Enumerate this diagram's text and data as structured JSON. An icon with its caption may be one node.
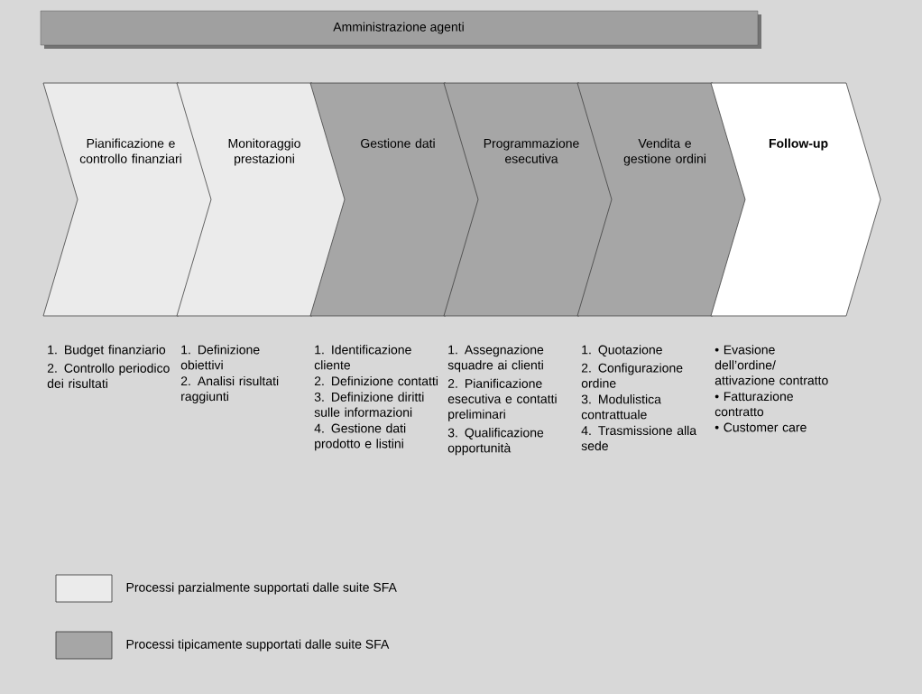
{
  "diagram": {
    "nodes": [
      {
        "text": [
          "Amministrazione agenti"
        ]
      },
      {
        "text": [
          "Pianificazione e controllo finanziari"
        ],
        "beside": [
          "1. Budget finanziario",
          "2. Controllo periodico dei risultati"
        ]
      },
      {
        "text": [
          "Monitoraggio prestazioni"
        ],
        "beside": [
          "1. Definizione obiettivi",
          "2. Analisi risultati raggiunti"
        ]
      },
      {
        "text": [
          "Gestione dati"
        ],
        "beside": [
          "1. Identificazione cliente",
          "2. Definizione contatti",
          "3. Definizione diritti sulle informazioni",
          "4. Gestione dati prodotto e listini"
        ]
      },
      {
        "text": [
          "Programmazione esecutiva"
        ],
        "beside": [
          "1. Assegnazione squadre ai clienti",
          "2. Pianificazione esecutiva e contatti preliminari",
          "3. Qualificazione opportunità"
        ]
      },
      {
        "text": [
          "Vendita e gestione ordini"
        ],
        "beside": [
          "1. Quotazione",
          "2. Configurazione ordine",
          "3. Modulistica contrattuale",
          "4. Trasmissione alla sede"
        ]
      },
      {
        "text": [
          "Follow-up"
        ],
        "beside": [
          "• Evasione dell’ordine/ attivazione contratto",
          "• Fatturazione contratto",
          "• Customer care"
        ]
      }
    ],
    "legend": [
      {
        "text": "Processi parzialmente supportati dalle suite SFA",
        "color": "#ebebeb"
      },
      {
        "text": "Processi tipicamente supportati dalle suite SFA",
        "color": "#a6a6a6"
      }
    ]
  }
}
